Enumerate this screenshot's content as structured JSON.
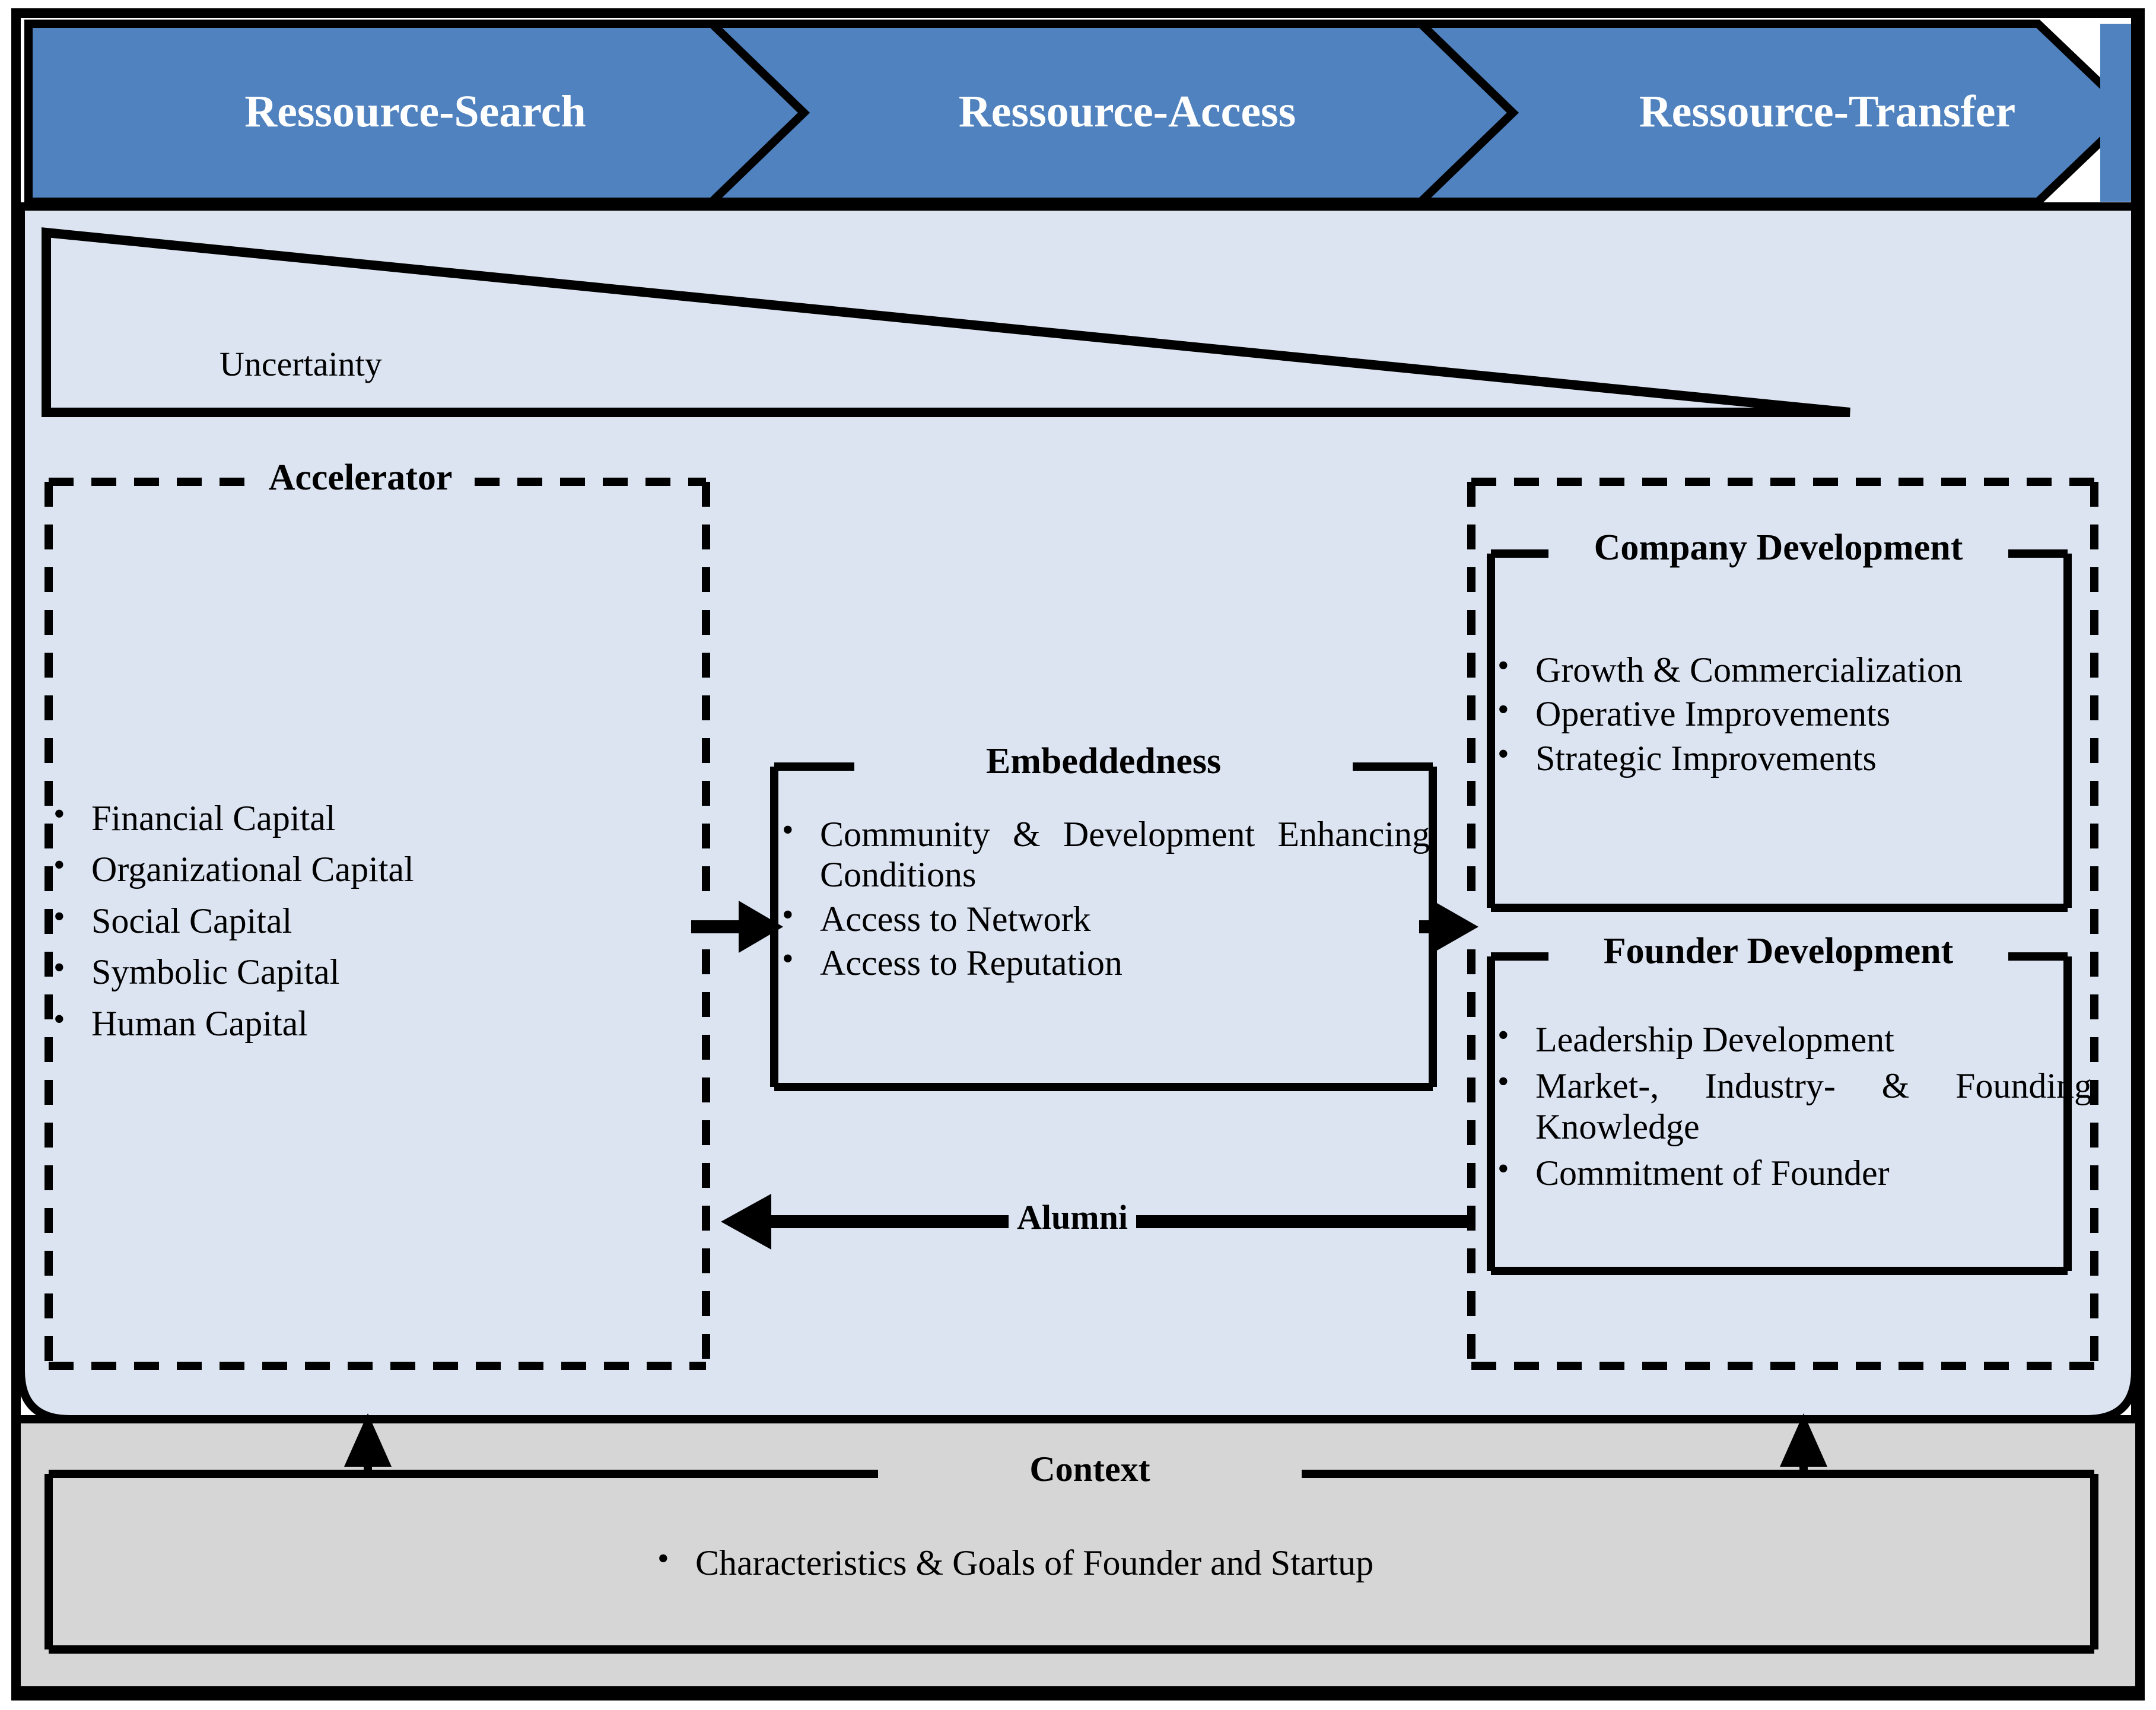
{
  "figure": {
    "title": "Accelerator resource process framework"
  },
  "phases": [
    {
      "label": "Ressource-Search"
    },
    {
      "label": "Ressource-Access"
    },
    {
      "label": "Ressource-Transfer"
    }
  ],
  "uncertainty": {
    "label": "Uncertainty"
  },
  "accelerator": {
    "title": "Accelerator",
    "items": [
      "Financial Capital",
      "Organizational Capital",
      "Social Capital",
      "Symbolic Capital",
      "Human Capital"
    ]
  },
  "embeddedness": {
    "title": "Embeddedness",
    "items": [
      "Community & Development Enhancing Conditions",
      "Access to Network",
      "Access to Reputation"
    ]
  },
  "company_development": {
    "title": "Company Development",
    "items": [
      "Growth & Commercialization",
      "Operative Improvements",
      "Strategic Improvements"
    ]
  },
  "founder_development": {
    "title": "Founder Development",
    "items": [
      "Leadership Development",
      "Market-, Industry- & Founding Knowledge",
      "Commitment of Founder"
    ]
  },
  "alumni": {
    "label": "Alumni"
  },
  "context": {
    "title": "Context",
    "items": [
      "Characteristics & Goals of Founder and Startup"
    ]
  },
  "colors": {
    "phase_blue": "#4f82be",
    "panel_light_blue": "#dce4f2",
    "context_gray": "#d6d6d6",
    "stroke": "#000000",
    "phase_text": "#ffffff"
  }
}
